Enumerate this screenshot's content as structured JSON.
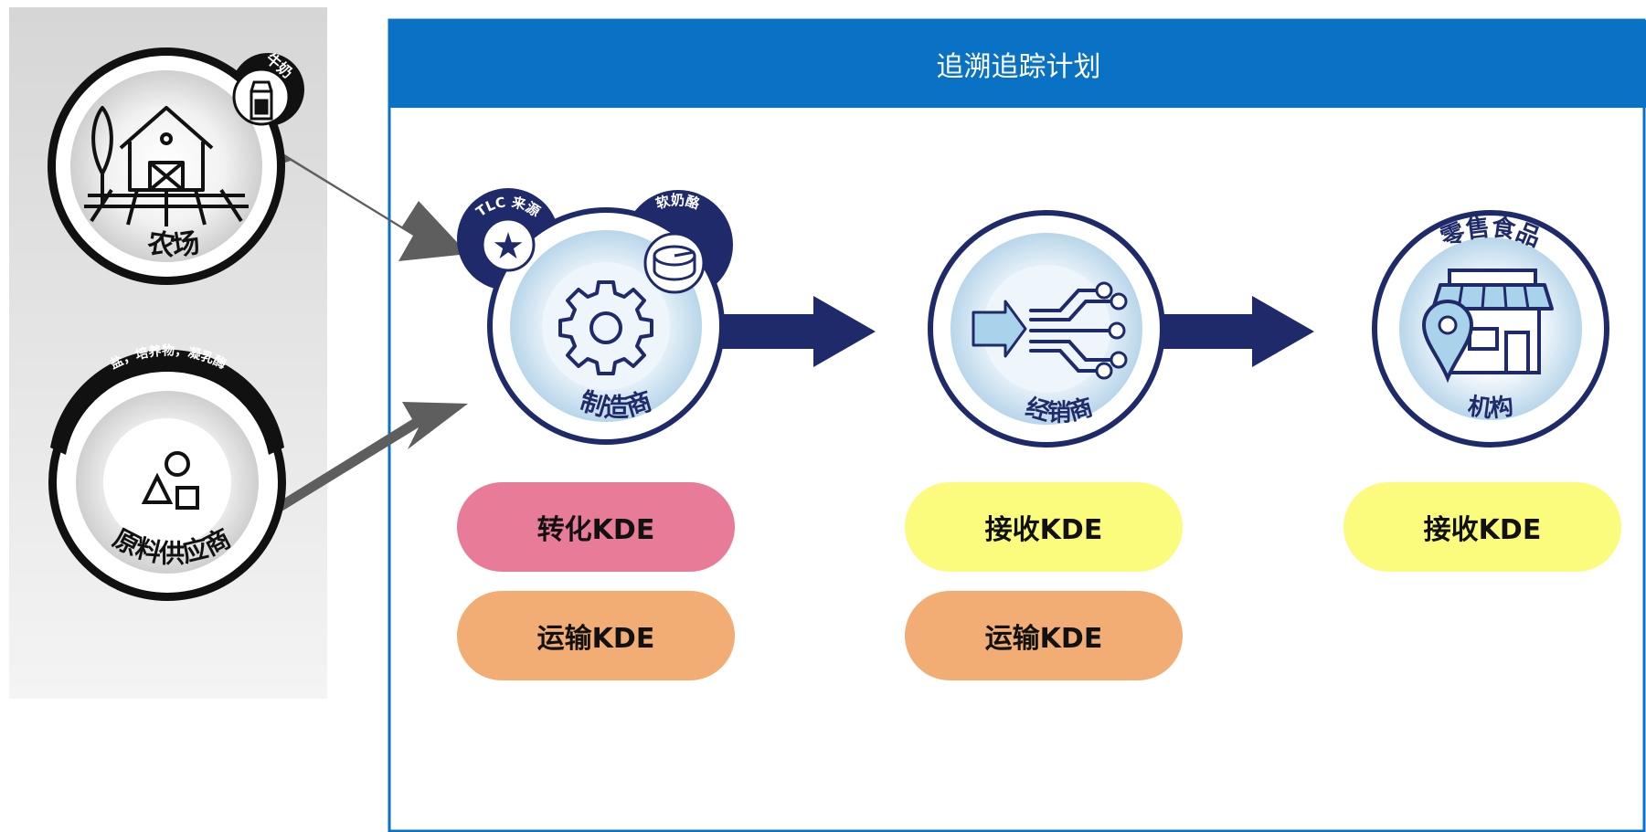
{
  "plan": {
    "title": "追溯追踪计划"
  },
  "suppliers": {
    "farm": {
      "label": "农场",
      "product_tag": "牛奶"
    },
    "ingredient_supplier": {
      "label": "原料供应商",
      "product_tag": "盐，培养物，凝乳酶"
    }
  },
  "nodes": {
    "manufacturer": {
      "label": "制造商",
      "tlc_tag": "TLC 来源",
      "product_tag": "软奶酪",
      "kdes": [
        "转化KDE",
        "运输KDE"
      ]
    },
    "distributor": {
      "label": "经销商",
      "kdes": [
        "接收KDE",
        "运输KDE"
      ]
    },
    "retail": {
      "label": "机构",
      "top_tag": "零售食品",
      "kdes": [
        "接收KDE"
      ]
    }
  },
  "colors": {
    "banner_blue": "#0a72c4",
    "navy": "#1f2a6b",
    "kde_transform": "#e87c98",
    "kde_receive": "#fbfc7e",
    "kde_ship": "#f1ad74",
    "supplier_panel": "#e3e3e3",
    "arrow_gray": "#5e5e5e"
  },
  "icons": {
    "farm": "barn-icon",
    "milk": "milk-carton-icon",
    "ingredients": "shapes-icon",
    "tlc": "star-icon",
    "cheese": "cheese-icon",
    "manufacturer": "gear-icon",
    "distributor": "distribution-circuit-icon",
    "retail": "storefront-location-icon"
  }
}
